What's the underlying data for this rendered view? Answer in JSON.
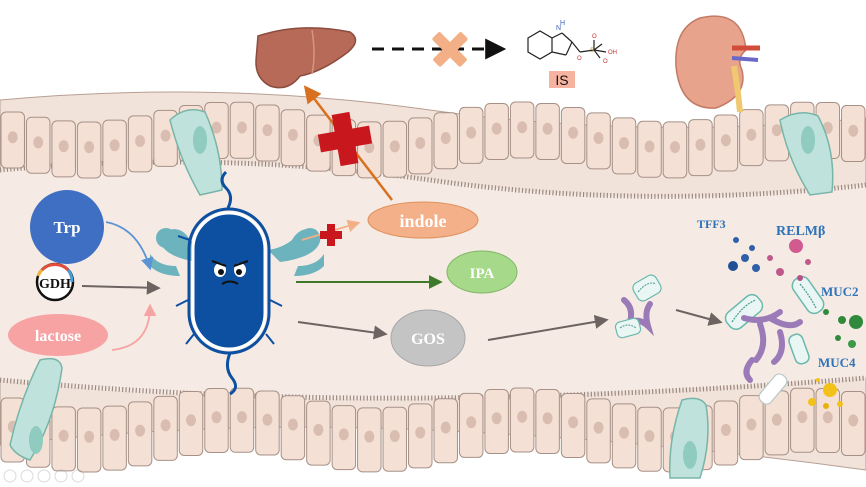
{
  "labels": {
    "trp": "Trp",
    "gdh": "GDH",
    "lactose": "lactose",
    "indole": "indole",
    "ipa": "IPA",
    "gos": "GOS",
    "is": "IS",
    "tff3": "TFF3",
    "relm": "RELMβ",
    "muc2": "MUC2",
    "muc4": "MUC4"
  },
  "colors": {
    "tissue": "#f1e3da",
    "cell": "#f4e0d4",
    "nucleus": "#d9bdb0",
    "outline": "#9c8a82",
    "lumen": "#f6ebe4",
    "trp_fill": "#3f6fc2",
    "lactose_fill": "#f7a3a3",
    "indole_fill": "#f4b088",
    "ipa_fill": "#a6d98a",
    "gos_fill": "#c4c4c4",
    "bacterium": "#0d4fa0",
    "muscle": "#6cb3bd",
    "block_cross": "#c9171e",
    "peach_cross": "#f3b087",
    "liver": "#b76a57",
    "kidney": "#e8a38c",
    "mucin": "#9a7bb8",
    "label_blue": "#2e72b8"
  }
}
